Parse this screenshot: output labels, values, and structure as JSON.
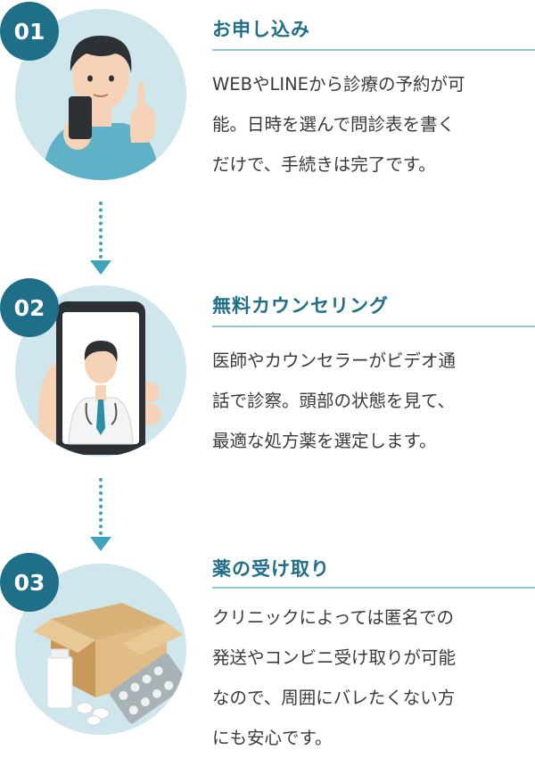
{
  "steps": [
    {
      "number": "01",
      "title": "お申し込み",
      "lines": [
        "WEBやLINEから診療の予約が可",
        "能。日時を選んで問診表を書く",
        "だけで、手続きは完了です。"
      ]
    },
    {
      "number": "02",
      "title": "無料カウンセリング",
      "lines": [
        "医師やカウンセラーがビデオ通",
        "話で診察。頭部の状態を見て、",
        "最適な処方薬を選定します。"
      ]
    },
    {
      "number": "03",
      "title": "薬の受け取り",
      "lines": [
        "クリニックによっては匿名での",
        "発送やコンビニ受け取りが可能",
        "なので、周囲にバレたくない方",
        "にも安心です。"
      ]
    }
  ],
  "colors": {
    "accent": "#1f6f88",
    "circle_bg": "#cfe6ec",
    "arrow": "#3ea4bb"
  }
}
